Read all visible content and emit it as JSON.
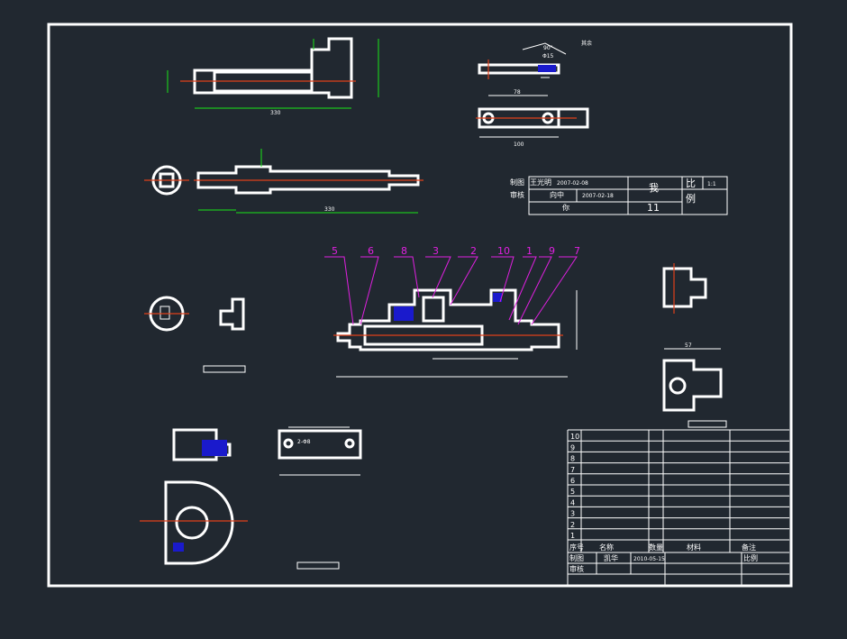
{
  "title_block": {
    "drawn_label": "制图",
    "drawn_by": "王光明",
    "drawn_date": "2007-02-08",
    "checked_label": "审核",
    "checked_by": "向中",
    "checked_date": "2007-02-18",
    "name_left": "你",
    "name_right": "我",
    "number": "11",
    "scale_label_1": "比",
    "scale_label_2": "例",
    "scale_value": "1:1"
  },
  "parts_list": {
    "rows": [
      "10",
      "9",
      "8",
      "7",
      "6",
      "5",
      "4",
      "3",
      "2",
      "1"
    ],
    "headers": {
      "no": "序号",
      "name": "名称",
      "qty": "数量",
      "material": "材料",
      "remark": "备注"
    },
    "drawn_label": "制图",
    "drawn_by": "凯华",
    "drawn_date": "2010-05-15",
    "checked_label": "审核",
    "scale_label": "比例"
  },
  "balloons": [
    "5",
    "6",
    "8",
    "3",
    "2",
    "10",
    "1",
    "9",
    "7"
  ],
  "dimensions": {
    "plate_width": "78",
    "plate_length": "100",
    "hole_label": "2-Φ8",
    "angle": "90°",
    "dia": "Φ15",
    "block_width": "57",
    "shaft_length": "330",
    "rough": "其余"
  },
  "colors": {
    "background": "#212830",
    "line": "#ffffff",
    "dimension": "#19e619",
    "center": "#e0401a",
    "leader": "#e020e0",
    "section": "#1a1acc"
  }
}
